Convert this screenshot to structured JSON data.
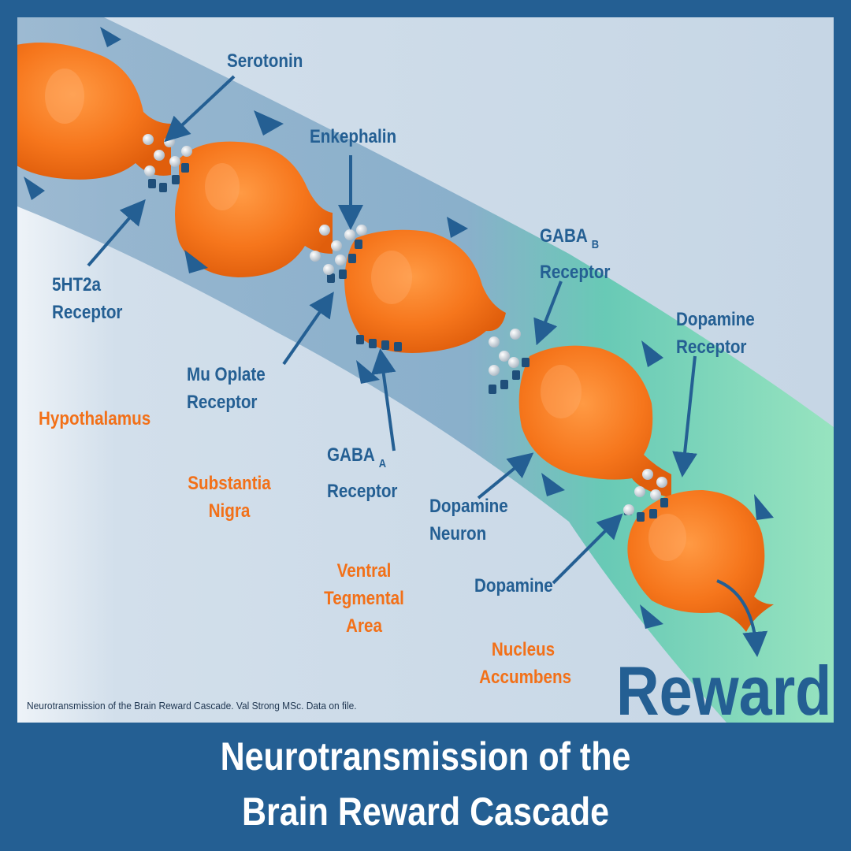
{
  "labels": {
    "serotonin": "Serotonin",
    "enkephalin": "Enkephalin",
    "gaba_b": {
      "main": "GABA",
      "sub": "B",
      "line2": "Receptor"
    },
    "dopamine_receptor": {
      "line1": "Dopamine",
      "line2": "Receptor"
    },
    "ht2a_receptor": {
      "line1": "5HT2a",
      "line2": "Receptor"
    },
    "mu_receptor": {
      "line1": "Mu Oplate",
      "line2": "Receptor"
    },
    "gaba_a": {
      "main": "GABA",
      "sub": "A",
      "line2": "Receptor"
    },
    "dopamine_neuron": {
      "line1": "Dopamine",
      "line2": "Neuron"
    },
    "dopamine": "Dopamine"
  },
  "regions": {
    "hypothalamus": "Hypothalamus",
    "substantia_nigra": {
      "line1": "Substantia",
      "line2": "Nigra"
    },
    "vta": {
      "line1": "Ventral",
      "line2": "Tegmental",
      "line3": "Area"
    },
    "nucleus_accumbens": {
      "line1": "Nucleus",
      "line2": "Accumbens"
    }
  },
  "reward": "Reward",
  "credit": "Neurotransmission of the Brain Reward Cascade. Val Strong MSc. Data on file.",
  "title": {
    "line1": "Neurotransmission of the",
    "line2": "Brain Reward Cascade"
  },
  "colors": {
    "frame": "#245f93",
    "neuron": "#f6761c",
    "label_blue": "#245f93",
    "region_orange": "#f27018",
    "reward_glow": "#66e0aa"
  }
}
